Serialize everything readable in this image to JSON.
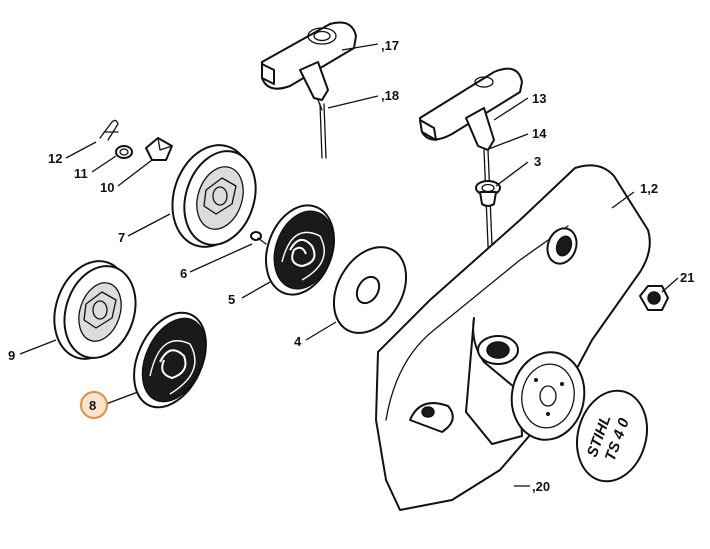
{
  "parts": [
    {
      "id": "p17",
      "label": ",17"
    },
    {
      "id": "p18",
      "label": ",18"
    },
    {
      "id": "p13",
      "label": "13"
    },
    {
      "id": "p14",
      "label": "14"
    },
    {
      "id": "p3",
      "label": "3"
    },
    {
      "id": "p12",
      "label": "12"
    },
    {
      "id": "p11",
      "label": "11"
    },
    {
      "id": "p10",
      "label": "10"
    },
    {
      "id": "p7",
      "label": "7"
    },
    {
      "id": "p1_2",
      "label": "1,2"
    },
    {
      "id": "p6",
      "label": "6"
    },
    {
      "id": "p21",
      "label": "21"
    },
    {
      "id": "p5",
      "label": "5"
    },
    {
      "id": "p4",
      "label": "4"
    },
    {
      "id": "p9",
      "label": "9"
    },
    {
      "id": "p8",
      "label": "8",
      "highlighted": true
    },
    {
      "id": "p20",
      "label": ",20"
    }
  ],
  "logo": {
    "line1": "STIHL",
    "line2": "TS 4 0"
  },
  "colors": {
    "highlight_fill": "#fbe3cf",
    "highlight_stroke": "#e88a3c",
    "line": "#111111"
  }
}
